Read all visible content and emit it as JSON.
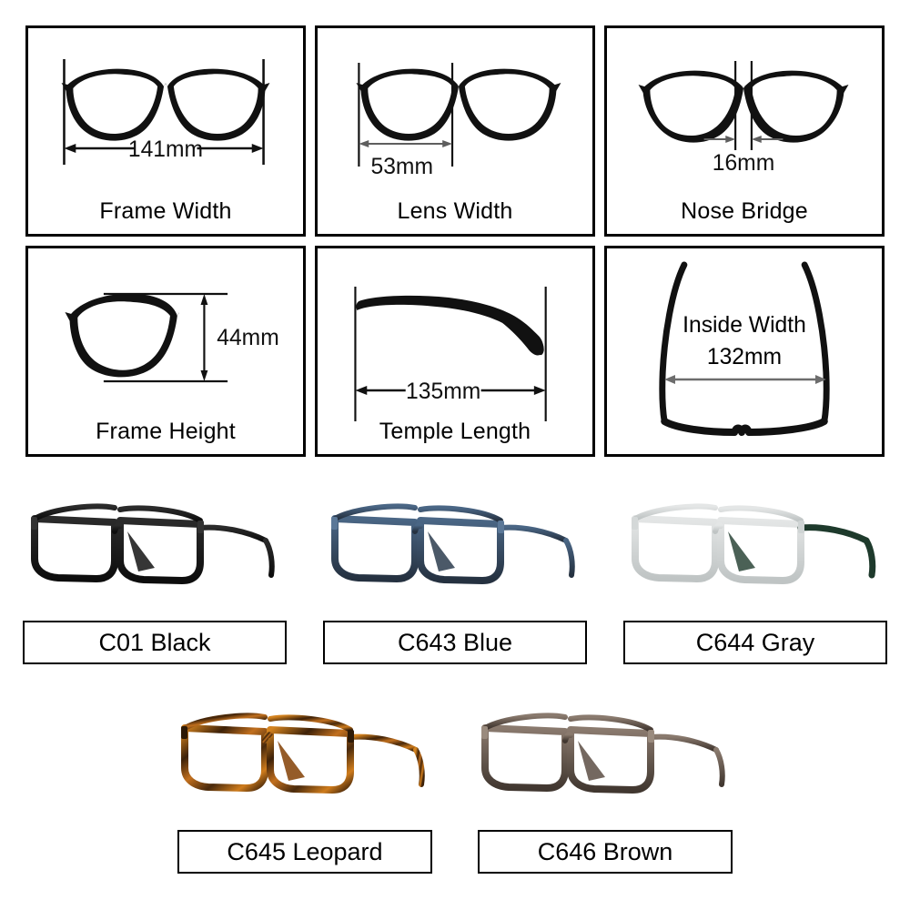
{
  "specs": [
    {
      "id": "frame-width",
      "value": "141mm",
      "caption": "Frame Width"
    },
    {
      "id": "lens-width",
      "value": "53mm",
      "caption": "Lens Width"
    },
    {
      "id": "nose-bridge",
      "value": "16mm",
      "caption": "Nose Bridge"
    },
    {
      "id": "frame-height",
      "value": "44mm",
      "caption": "Frame Height"
    },
    {
      "id": "temple-length",
      "value": "135mm",
      "caption": "Temple Length"
    },
    {
      "id": "inside-width",
      "value": "132mm",
      "caption": "Inside Width"
    }
  ],
  "variants_row1": [
    {
      "code": "C01",
      "name": "Black",
      "label": "C01 Black",
      "frame_color": "#1a1a1a",
      "temple_color": "#0d0d0d",
      "accent_color": "#2b2b2b"
    },
    {
      "code": "C643",
      "name": "Blue",
      "label": "C643 Blue",
      "frame_color": "#3c5068",
      "temple_color": "#253140",
      "accent_color": "#4a6685"
    },
    {
      "code": "C644",
      "name": "Gray",
      "label": "C644 Gray",
      "frame_color": "#cfd2d2",
      "temple_color": "#1e3a2c",
      "accent_color": "#e4e6e6"
    }
  ],
  "variants_row2": [
    {
      "code": "C645",
      "name": "Leopard",
      "label": "C645 Leopard",
      "frame_color": "#c2701e",
      "temple_color": "#8a4a12",
      "accent_color": "#3d2108"
    },
    {
      "code": "C646",
      "name": "Brown",
      "label": "C646 Brown",
      "frame_color": "#6b5b52",
      "temple_color": "#413730",
      "accent_color": "#8a7a6e"
    }
  ]
}
